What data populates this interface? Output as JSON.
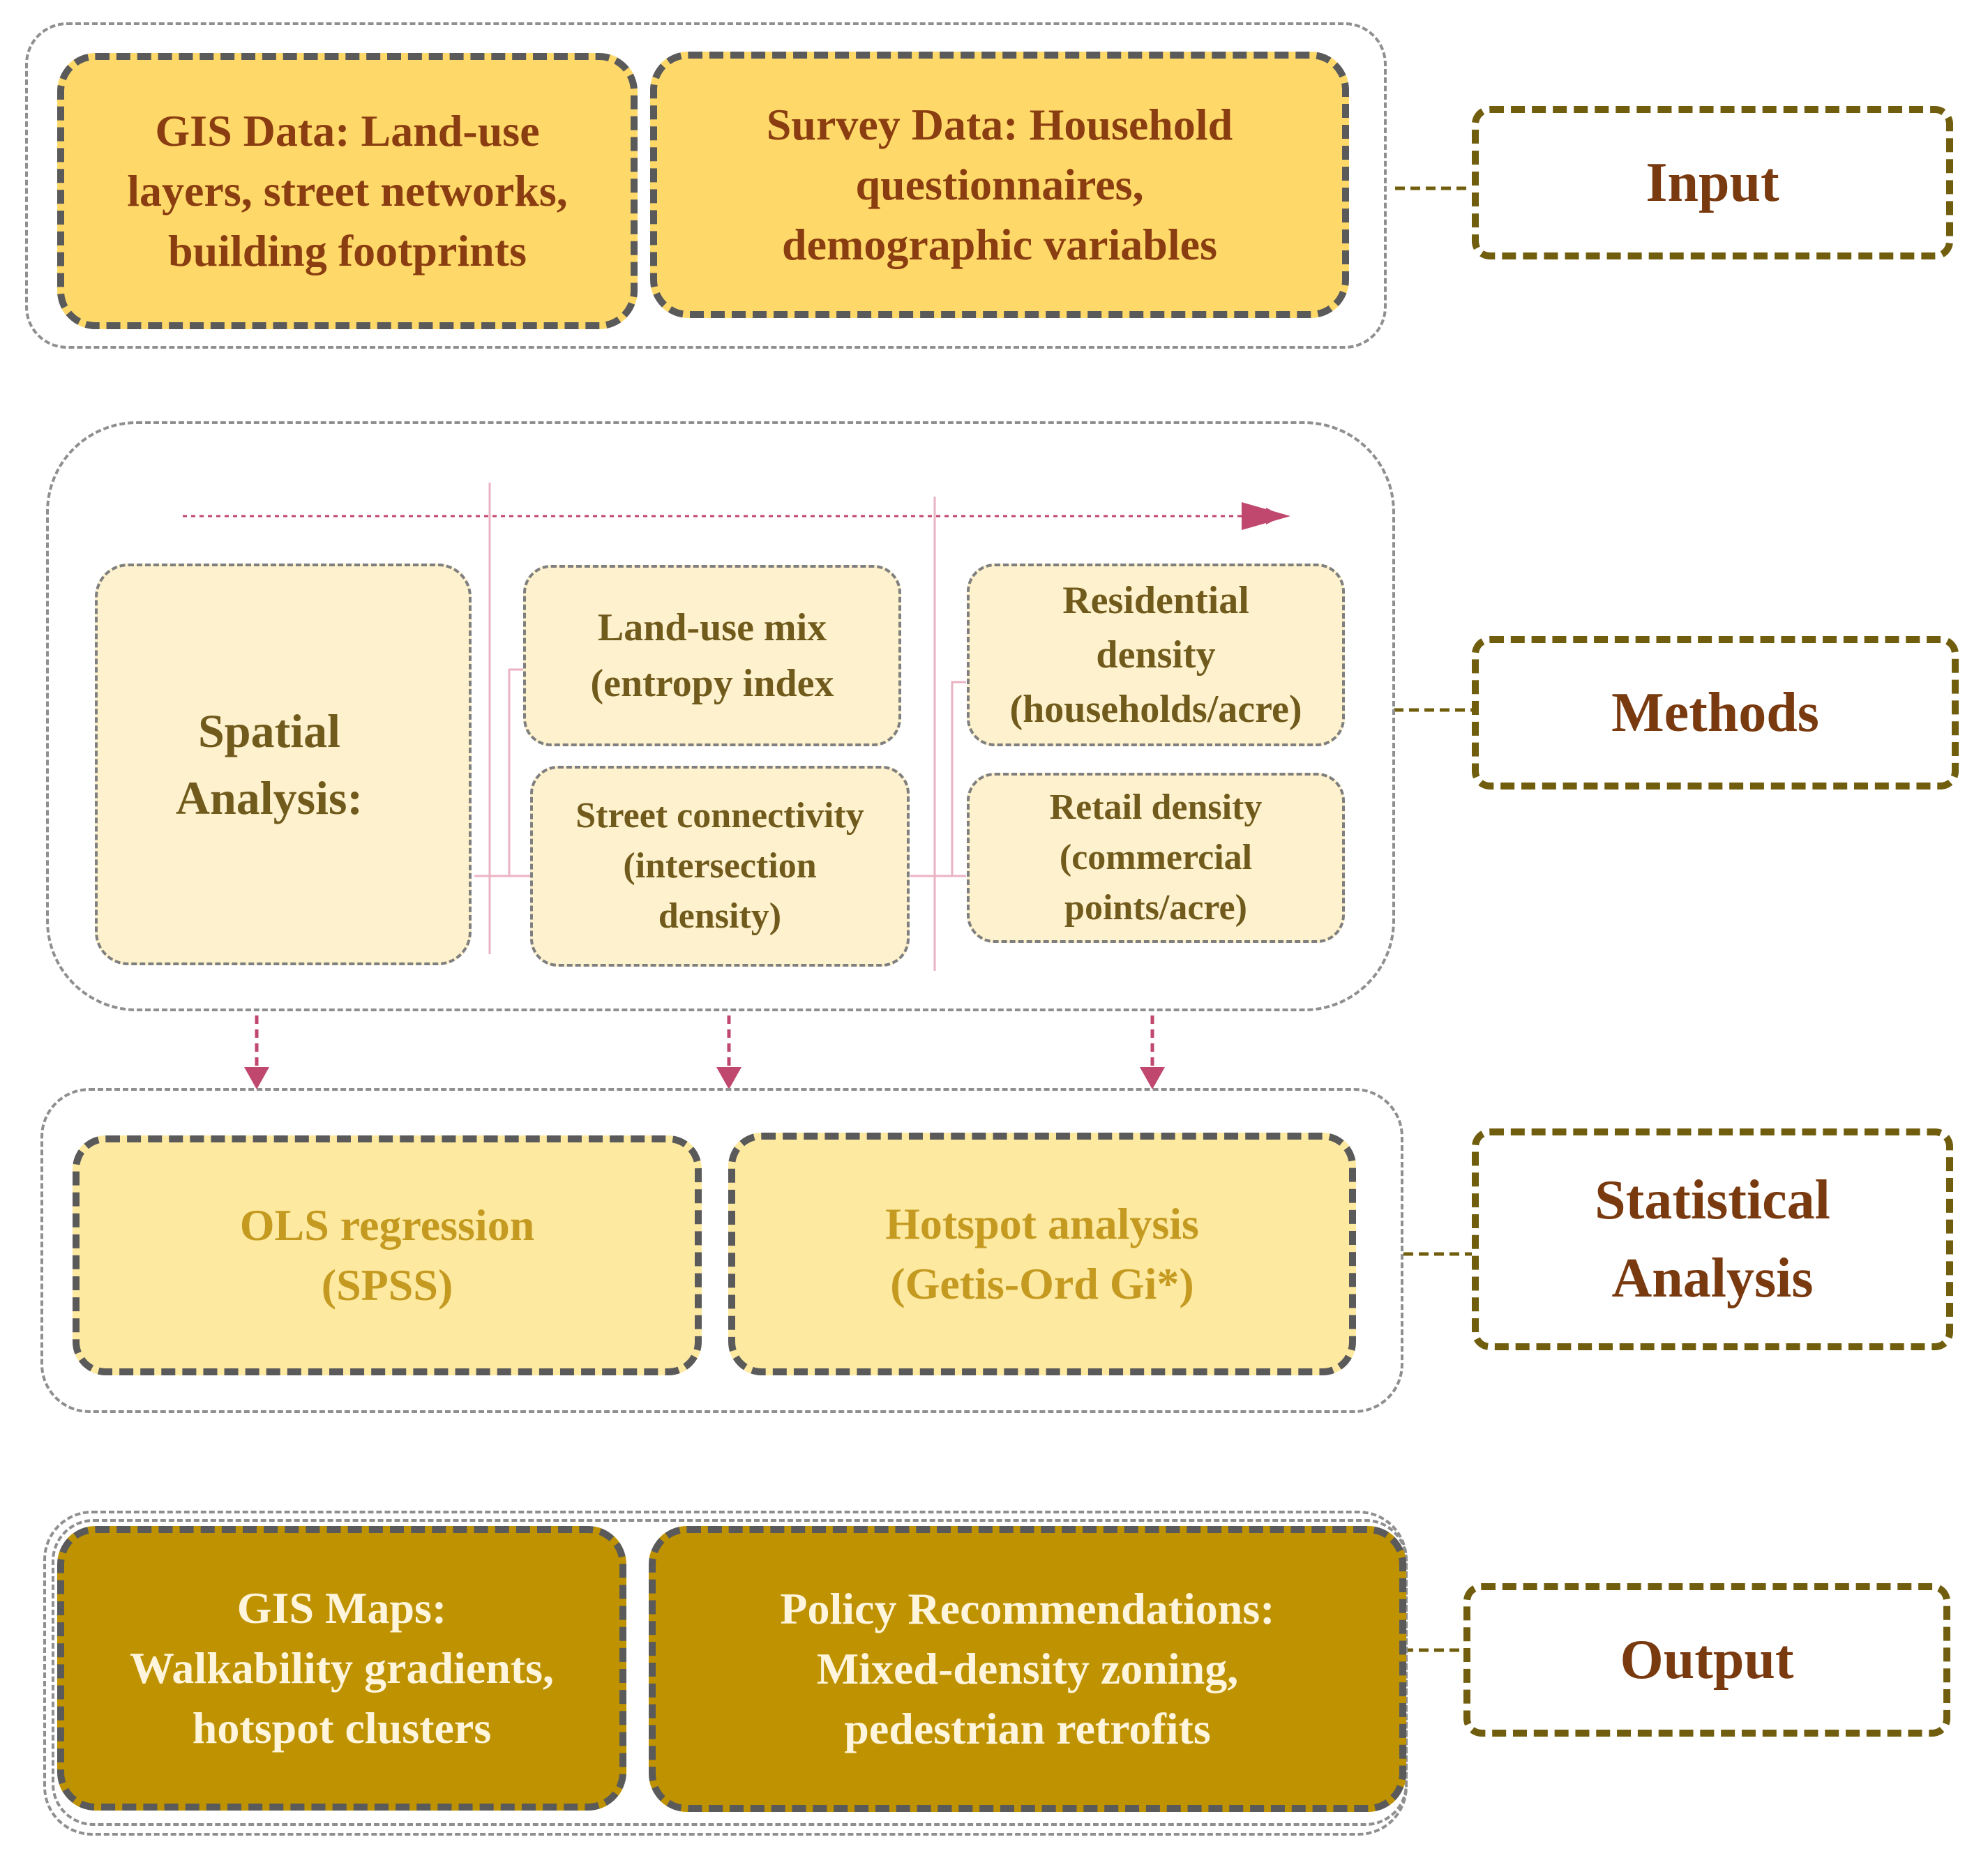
{
  "stages": {
    "input": {
      "label": "Input",
      "boxes": [
        {
          "text": "GIS Data: Land-use\nlayers, street networks,\nbuilding footprints"
        },
        {
          "text": "Survey Data: Household\nquestionnaires,\ndemographic variables"
        }
      ]
    },
    "methods": {
      "label": "Methods",
      "spatial": "Spatial\nAnalysis:",
      "land_use_mix": "Land-use mix\n(entropy index",
      "street_connectivity": "Street connectivity\n(intersection\ndensity)",
      "residential_density": "Residential\ndensity\n(households/acre)",
      "retail_density": "Retail density\n(commercial\npoints/acre)"
    },
    "statistical": {
      "label": "Statistical\nAnalysis",
      "ols": "OLS regression\n(SPSS)",
      "hotspot": "Hotspot analysis\n(Getis-Ord Gi*)"
    },
    "output": {
      "label": "Output",
      "maps": "GIS Maps:\nWalkability gradients,\nhotspot clusters",
      "policy": "Policy Recommendations:\nMixed-density zoning,\npedestrian retrofits"
    }
  },
  "colors": {
    "input_fill": "#fed96a",
    "methods_fill": "#fef1cd",
    "stat_fill": "#fee9a1",
    "output_fill": "#be9200",
    "stage_label_text": "#7a3a10",
    "stage_label_border": "#705e0e",
    "connector": "#c0486e"
  }
}
